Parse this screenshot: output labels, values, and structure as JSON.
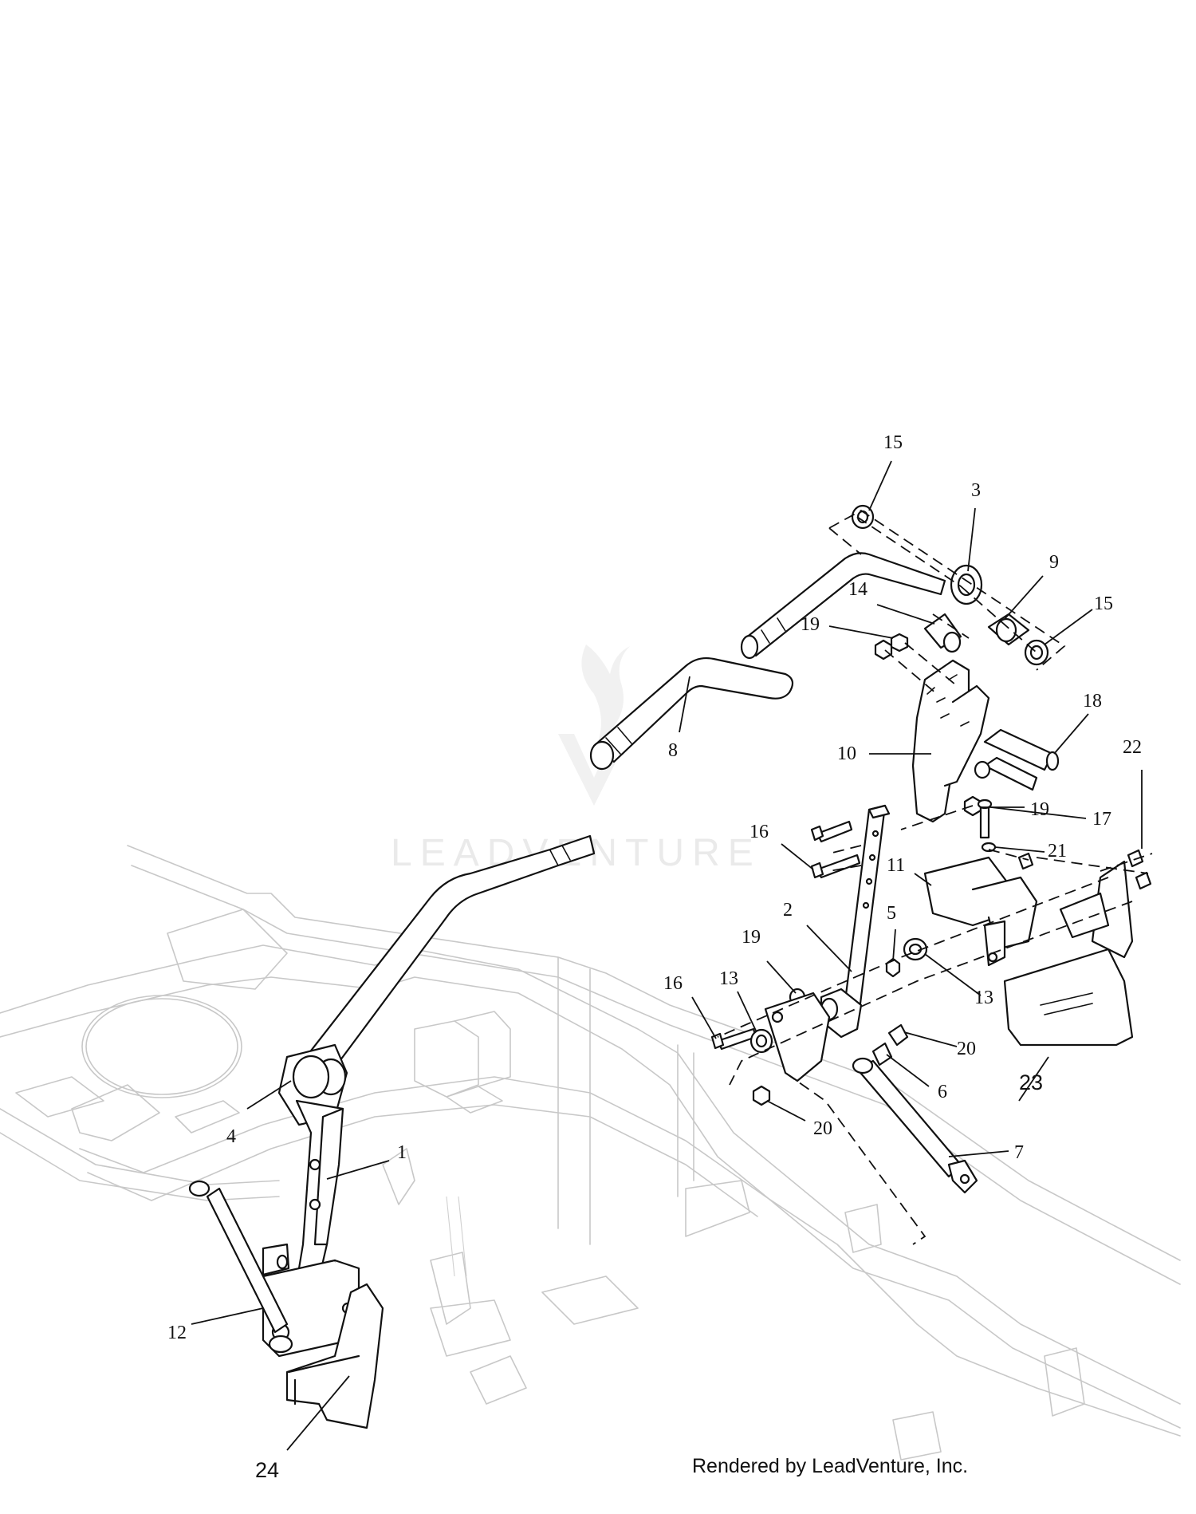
{
  "callouts": [
    {
      "id": "c15a",
      "label": "15"
    },
    {
      "id": "c3",
      "label": "3"
    },
    {
      "id": "c9",
      "label": "9"
    },
    {
      "id": "c15b",
      "label": "15"
    },
    {
      "id": "c14",
      "label": "14"
    },
    {
      "id": "c19a",
      "label": "19"
    },
    {
      "id": "c18",
      "label": "18"
    },
    {
      "id": "c8",
      "label": "8"
    },
    {
      "id": "c10",
      "label": "10"
    },
    {
      "id": "c19b",
      "label": "19"
    },
    {
      "id": "c22",
      "label": "22"
    },
    {
      "id": "c17",
      "label": "17"
    },
    {
      "id": "c16a",
      "label": "16"
    },
    {
      "id": "c21",
      "label": "21"
    },
    {
      "id": "c11",
      "label": "11"
    },
    {
      "id": "c2",
      "label": "2"
    },
    {
      "id": "c5",
      "label": "5"
    },
    {
      "id": "c19c",
      "label": "19"
    },
    {
      "id": "c13a",
      "label": "13"
    },
    {
      "id": "c16b",
      "label": "16"
    },
    {
      "id": "c13b",
      "label": "13"
    },
    {
      "id": "c20a",
      "label": "20"
    },
    {
      "id": "c6",
      "label": "6"
    },
    {
      "id": "c23",
      "label": "23"
    },
    {
      "id": "c20b",
      "label": "20"
    },
    {
      "id": "c4",
      "label": "4"
    },
    {
      "id": "c1",
      "label": "1"
    },
    {
      "id": "c7",
      "label": "7"
    },
    {
      "id": "c12",
      "label": "12"
    },
    {
      "id": "c24",
      "label": "24"
    }
  ],
  "watermark": "LEADVENTURE",
  "footer": "Rendered by LeadVenture, Inc."
}
